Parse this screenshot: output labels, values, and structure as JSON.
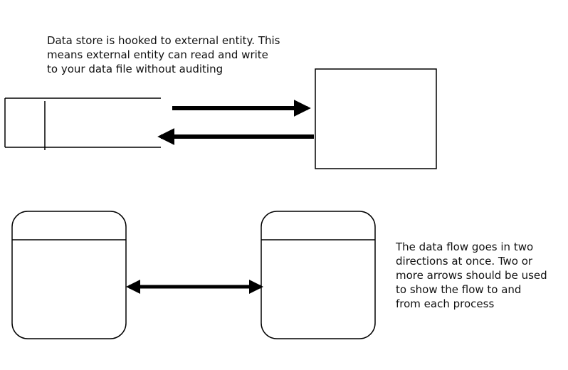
{
  "notes": {
    "top": {
      "line1": "Data store is hooked to external entity. This",
      "line2": "means external entity can read and write",
      "line3": "to your data file without auditing"
    },
    "right": {
      "line1": "The data flow goes in two",
      "line2": "directions at once. Two or",
      "line3": "more arrows should be used",
      "line4": "to show the flow to and",
      "line5": "from each process"
    }
  }
}
